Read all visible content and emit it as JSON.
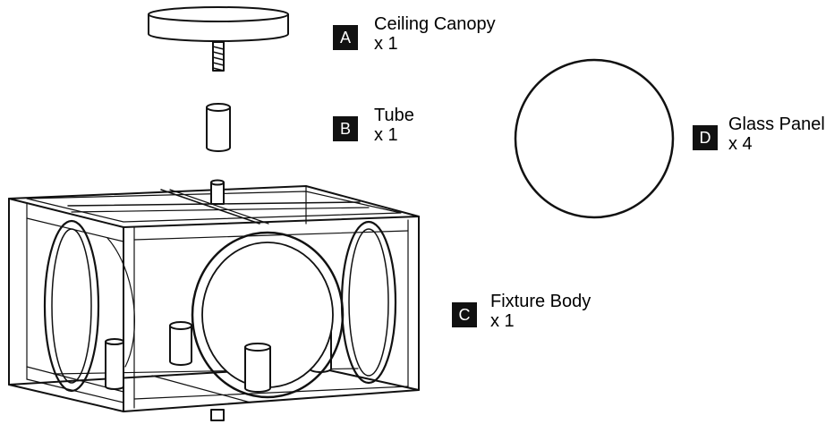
{
  "parts": [
    {
      "letter": "A",
      "name": "Ceiling Canopy",
      "qty": "x 1"
    },
    {
      "letter": "B",
      "name": "Tube",
      "qty": "x 1"
    },
    {
      "letter": "C",
      "name": "Fixture Body",
      "qty": "x  1"
    },
    {
      "letter": "D",
      "name": "Glass Panel",
      "qty": "x  4"
    }
  ],
  "colors": {
    "line": "#111111",
    "badge": "#111111",
    "badge_text": "#ffffff",
    "background": "#ffffff"
  },
  "icons": [
    "ceiling-canopy-icon",
    "tube-icon",
    "glass-panel-icon",
    "fixture-body-icon"
  ]
}
